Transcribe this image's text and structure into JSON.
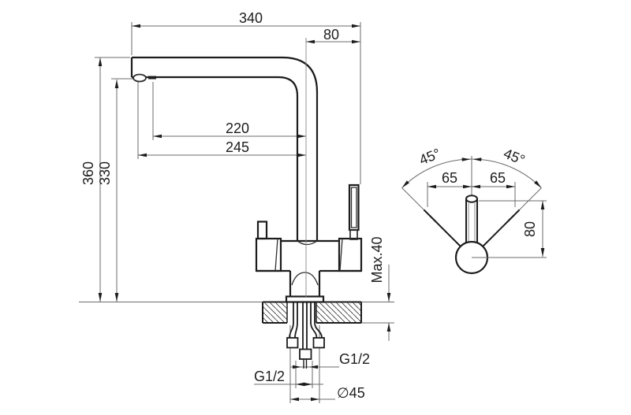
{
  "drawing": {
    "type": "technical-installation-drawing",
    "subject": "kitchen-faucet-two-handles",
    "colors": {
      "line": "#1c1c1c",
      "thin_line": "#6b6b6b",
      "background": "#ffffff"
    },
    "front_view": {
      "dim_spout_reach": "340",
      "dim_spout_to_handle": "80",
      "dim_outlet_inner": "220",
      "dim_outlet_outer": "245",
      "dim_height_total": "360",
      "dim_height_spout": "330",
      "dim_counter_thickness": "Max.40",
      "thread_center_pipe": "G1/2",
      "thread_hoses": "G1/2",
      "dim_base_diameter": "∅45"
    },
    "top_view": {
      "angle_left": "45°",
      "angle_right": "45°",
      "dim_offset_left": "65",
      "dim_offset_right": "65",
      "dim_handle_length": "80"
    }
  }
}
